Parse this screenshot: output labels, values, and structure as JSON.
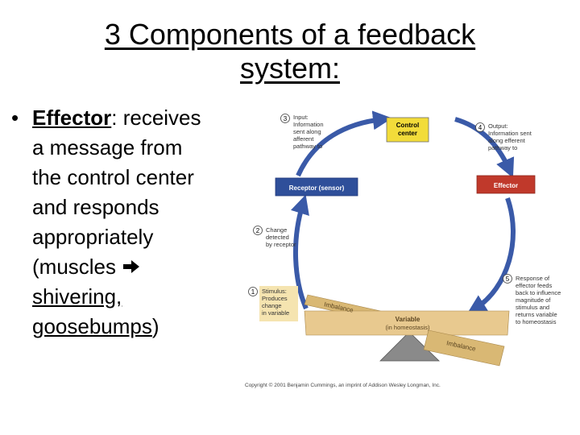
{
  "title": {
    "line1": "3 Components of a feedback",
    "line2": "system:"
  },
  "bullet": {
    "marker": "•",
    "term": "Effector",
    "after_term": ": receives",
    "line2": "a message from",
    "line3": "the control center",
    "line4": "and responds",
    "line5": "appropriately",
    "line6_prefix": "(muscles",
    "line7": "shivering,",
    "line8": "goosebumps",
    "line8_suffix": ")"
  },
  "diagram": {
    "control_center": [
      "Control",
      "center"
    ],
    "receptor": "Receptor (sensor)",
    "effector": "Effector",
    "variable": [
      "Variable",
      "(in homeostasis)"
    ],
    "imbalance_top": "Imbalance",
    "imbalance_bottom": "Imbalance",
    "step1_num": "1",
    "step1": [
      "Stimulus:",
      "Produces",
      "change",
      "in variable"
    ],
    "step2_num": "2",
    "step2": [
      "Change",
      "detected",
      "by receptor"
    ],
    "step3_num": "3",
    "step3": [
      "Input:",
      "Information",
      "sent along",
      "afferent",
      "pathway to"
    ],
    "step4_num": "4",
    "step4": [
      "Output:",
      "Information sent",
      "along efferent",
      "pathway to"
    ],
    "step5_num": "5",
    "step5": [
      "Response of",
      "effector feeds",
      "back to influence",
      "magnitude of",
      "stimulus and",
      "returns variable",
      "to homeostasis"
    ],
    "copyright": "Copyright © 2001 Benjamin Cummings, an imprint of Addison Wesley Longman, Inc.",
    "colors": {
      "arrow": "#3a5aa8",
      "control_fill": "#f2dc3a",
      "receptor_fill": "#2f4f9a",
      "effector_fill": "#c0392b",
      "seesaw": "#e8c98f",
      "fulcrum": "#8a8a8a"
    }
  }
}
